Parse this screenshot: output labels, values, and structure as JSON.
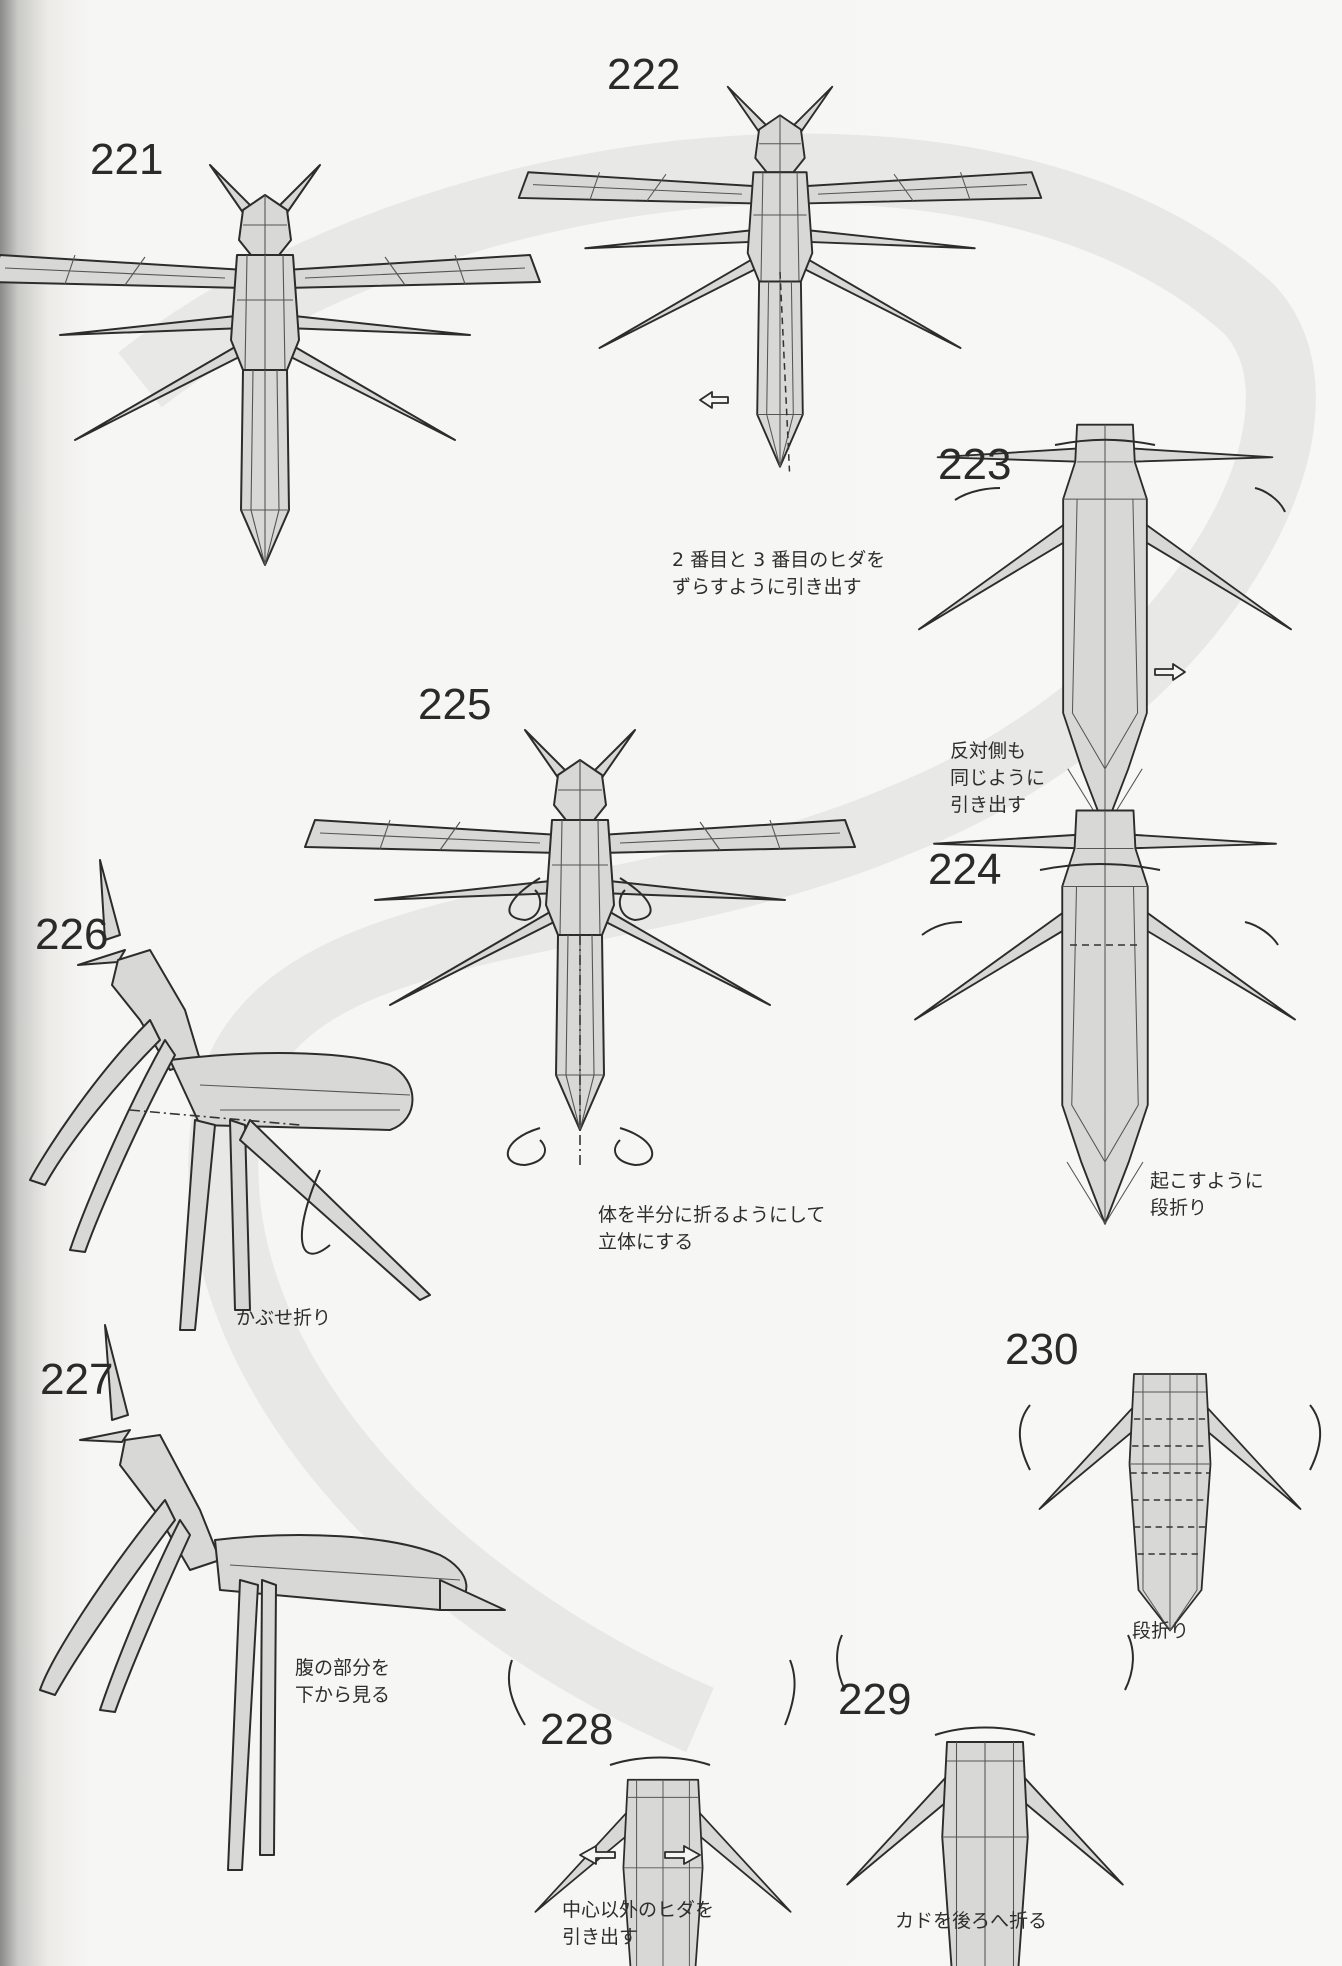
{
  "steps": [
    {
      "number": "221"
    },
    {
      "number": "222",
      "caption": [
        "2 番目と 3 番目のヒダを",
        "ずらすように引き出す"
      ]
    },
    {
      "number": "223",
      "caption": [
        "反対側も",
        "同じように",
        "引き出す"
      ]
    },
    {
      "number": "224",
      "caption": [
        "起こすように",
        "段折り"
      ]
    },
    {
      "number": "225",
      "caption": [
        "体を半分に折るようにして",
        "立体にする"
      ]
    },
    {
      "number": "226",
      "caption": [
        "かぶせ折り"
      ]
    },
    {
      "number": "227",
      "caption": [
        "腹の部分を",
        "下から見る"
      ]
    },
    {
      "number": "228",
      "caption": [
        "中心以外のヒダを",
        "引き出す"
      ]
    },
    {
      "number": "229",
      "caption": [
        "カドを後ろへ折る"
      ]
    },
    {
      "number": "230",
      "caption": [
        "段折り"
      ]
    }
  ],
  "icons": [
    "dragonfly-model",
    "push-arrow-icon",
    "flip-arrow-icon",
    "fold-arrow-icon"
  ]
}
